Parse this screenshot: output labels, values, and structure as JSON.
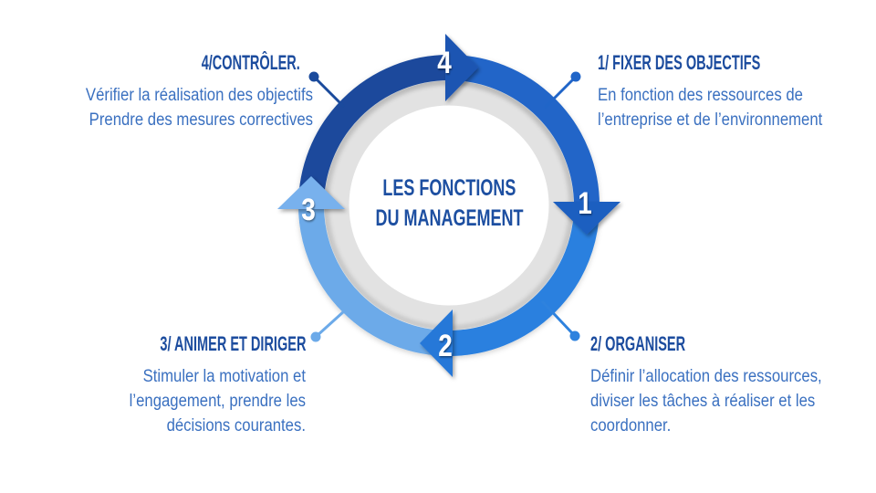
{
  "title": {
    "line1": "LES FONCTIONS",
    "line2": "DU MANAGEMENT"
  },
  "steps": [
    {
      "number": "1",
      "heading": "1/ FIXER DES OBJECTIFS",
      "body_lines": [
        "En fonction des ressources de",
        "l’entreprise et de l’environnement"
      ]
    },
    {
      "number": "2",
      "heading": "2/ ORGANISER",
      "body_lines": [
        "Définir l’allocation des ressources,",
        "diviser les tâches à réaliser et les",
        "coordonner."
      ]
    },
    {
      "number": "3",
      "heading": "3/ ANIMER ET DIRIGER",
      "body_lines": [
        "Stimuler la motivation et",
        "l’engagement, prendre les",
        "décisions courantes."
      ]
    },
    {
      "number": "4",
      "heading": "4/CONTRÔLER.",
      "body_lines": [
        "Vérifier la réalisation des objectifs",
        "Prendre des mesures correctives"
      ]
    }
  ],
  "colors": {
    "seg1": "#2065C8",
    "seg2": "#2B80DF",
    "seg3": "#6CAAE9",
    "seg4": "#1A4A9C",
    "head1": "#1E5FC0",
    "head2": "#2878D8",
    "head3": "#78B1ED",
    "head4": "#1E55B2",
    "gray_ring": "#E2E2E2",
    "connector_1": "#2065C8",
    "connector_2": "#2E82DE",
    "connector_3": "#6CAAE9",
    "connector_4": "#1A4A9C",
    "heading_text": "#1C4C9E",
    "body_text": "#3A70C0",
    "title_text": "#1D4FA1",
    "number_text": "#FFFFFF"
  }
}
